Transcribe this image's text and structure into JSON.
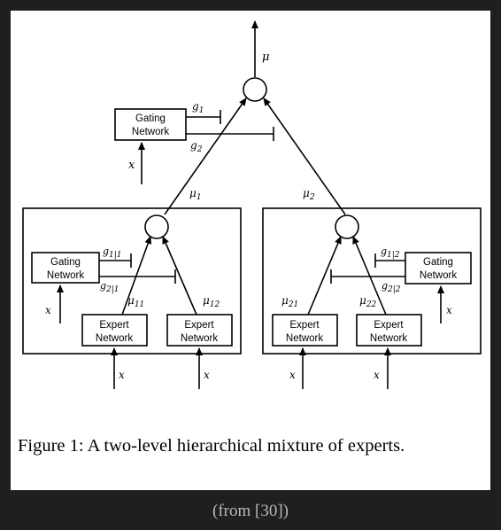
{
  "figure": {
    "top_output": "μ",
    "top_gate": {
      "line1": "Gating",
      "line2": "Network",
      "input": "x",
      "g1": "g1",
      "g2": "g2"
    },
    "mu1": "μ1",
    "mu2": "μ2",
    "left_module": {
      "gate": {
        "line1": "Gating",
        "line2": "Network",
        "input": "x",
        "g_a": "g1|1",
        "g_b": "g2|1"
      },
      "mu_a": "μ11",
      "mu_b": "μ12",
      "expert_a": {
        "line1": "Expert",
        "line2": "Network",
        "input": "x"
      },
      "expert_b": {
        "line1": "Expert",
        "line2": "Network",
        "input": "x"
      }
    },
    "right_module": {
      "gate": {
        "line1": "Gating",
        "line2": "Network",
        "input": "x",
        "g_a": "g1|2",
        "g_b": "g2|2"
      },
      "mu_a": "μ21",
      "mu_b": "μ22",
      "expert_a": {
        "line1": "Expert",
        "line2": "Network",
        "input": "x"
      },
      "expert_b": {
        "line1": "Expert",
        "line2": "Network",
        "input": "x"
      }
    }
  },
  "caption": "Figure 1: A two-level hierarchical mixture of experts.",
  "source": "(from [30])"
}
